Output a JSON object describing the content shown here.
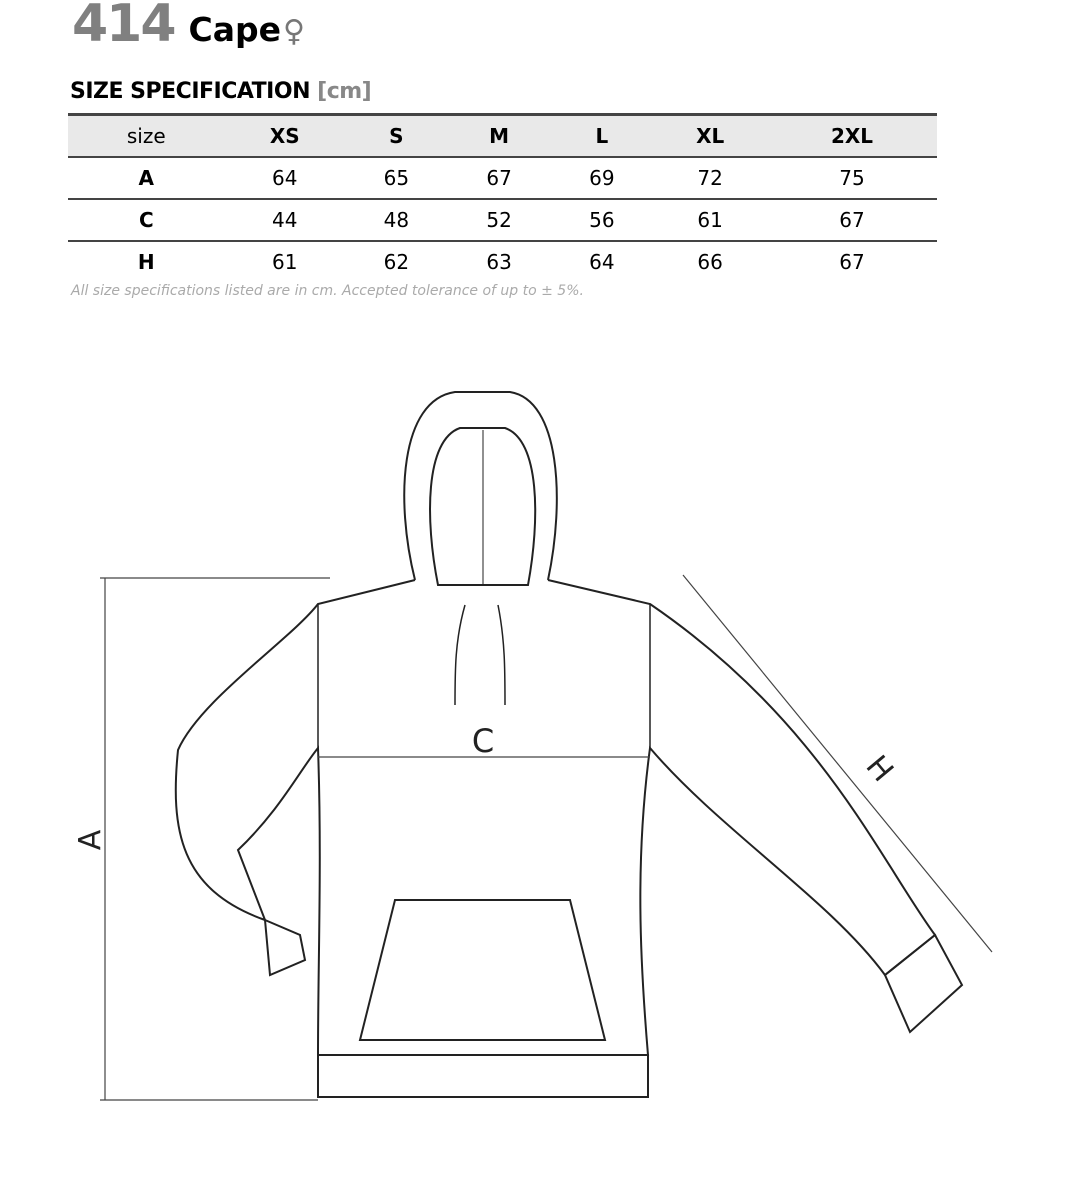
{
  "header": {
    "number": "414",
    "name": "Cape",
    "gender_symbol": "♀"
  },
  "section": {
    "title": "SIZE SPECIFICATION",
    "unit": "[cm]"
  },
  "table": {
    "columns": [
      "size",
      "XS",
      "S",
      "M",
      "L",
      "XL",
      "2XL"
    ],
    "rows": [
      {
        "label": "A",
        "values": [
          "64",
          "65",
          "67",
          "69",
          "72",
          "75"
        ]
      },
      {
        "label": "C",
        "values": [
          "44",
          "48",
          "52",
          "56",
          "61",
          "67"
        ]
      },
      {
        "label": "H",
        "values": [
          "61",
          "62",
          "63",
          "64",
          "66",
          "67"
        ]
      }
    ]
  },
  "note": "All size specifications listed are in cm. Accepted tolerance of up to ± 5%.",
  "diagram": {
    "label_a": "A",
    "label_c": "C",
    "label_h": "H"
  }
}
